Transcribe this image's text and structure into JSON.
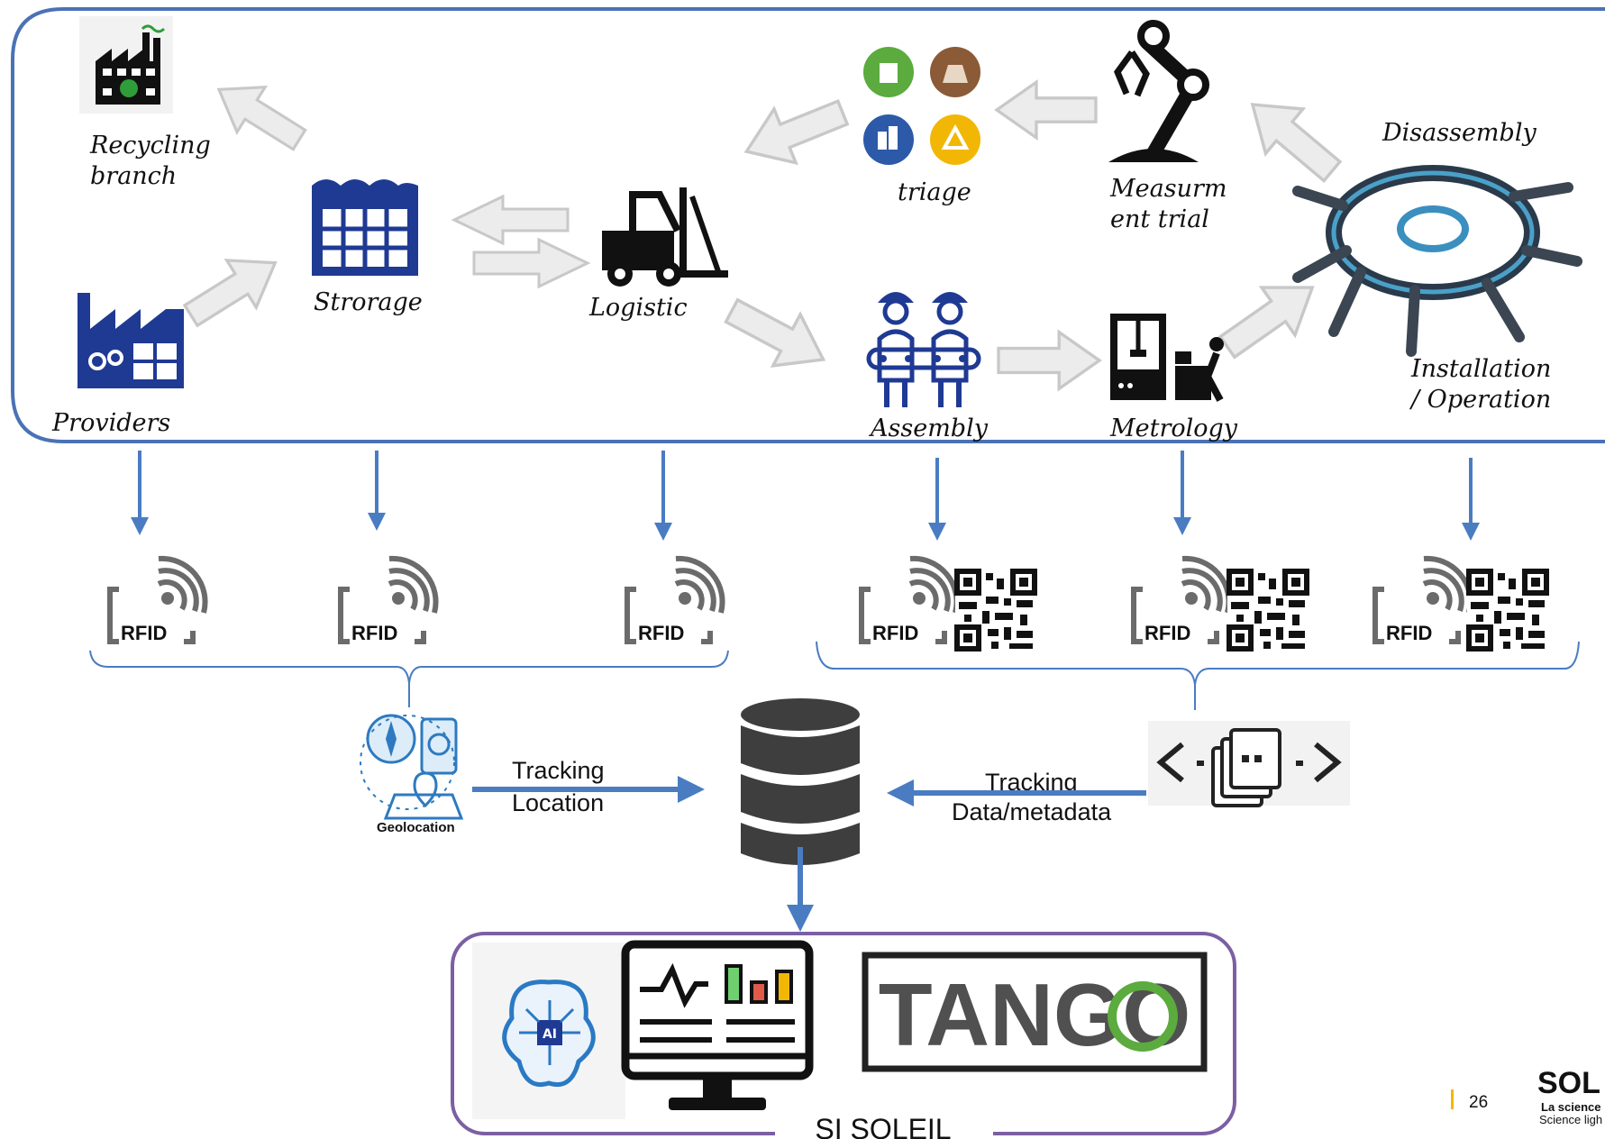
{
  "labels": {
    "recycling": [
      "Recycling",
      "branch"
    ],
    "providers": "Providers",
    "storage": "Strorage",
    "logistic": "Logistic",
    "triage": "triage",
    "measurement": [
      "Measurm",
      "ent trial"
    ],
    "disassembly": "Disassembly",
    "installation": [
      "Installation",
      "/ Operation"
    ],
    "assembly": "Assembly",
    "metrology": "Metrology"
  },
  "tags": {
    "rfid": "RFID"
  },
  "geolocation": "Geolocation",
  "tracking_location": [
    "Tracking",
    "Location"
  ],
  "tracking_data": [
    "Tracking",
    "Data/metadata"
  ],
  "tango": "TANGO",
  "si_soleil": "SI SOLEIL",
  "page_number": "26",
  "logo": {
    "name": "SOL",
    "line1": "La science",
    "line2": "Science ligh"
  },
  "colors": {
    "frame_blue": "#4a72b5",
    "arrow_blue": "#4a7cc2",
    "purple_frame": "#7c5fa3",
    "icon_navy": "#1f3a93",
    "accent_yellow": "#f2b705"
  }
}
